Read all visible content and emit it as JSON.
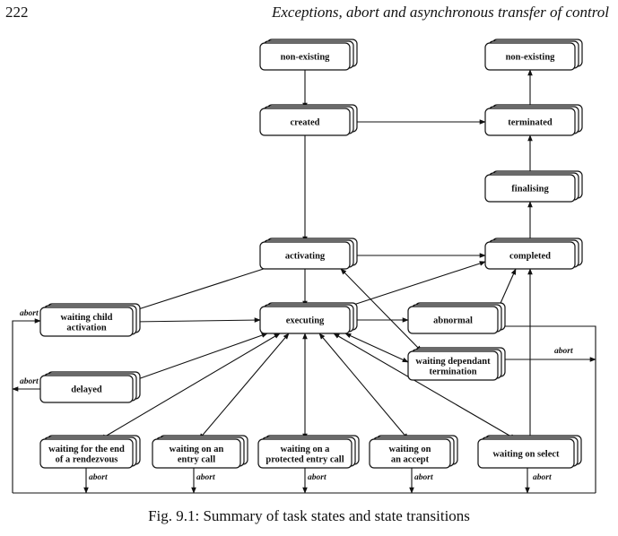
{
  "header": {
    "page_number": "222",
    "running_title": "Exceptions, abort and asynchronous transfer of control"
  },
  "figure": {
    "caption": "Fig. 9.1: Summary of task states and state transitions",
    "abort_label": "abort",
    "states": {
      "non_existing_top": [
        "non-existing"
      ],
      "created": [
        "created"
      ],
      "activating": [
        "activating"
      ],
      "executing": [
        "executing"
      ],
      "waiting_child": [
        "waiting child",
        "activation"
      ],
      "delayed": [
        "delayed"
      ],
      "abnormal": [
        "abnormal"
      ],
      "waiting_dependant": [
        "waiting dependant",
        "termination"
      ],
      "completed": [
        "completed"
      ],
      "finalising": [
        "finalising"
      ],
      "terminated": [
        "terminated"
      ],
      "non_existing_right": [
        "non-existing"
      ],
      "waiting_rendezvous": [
        "waiting for the end",
        "of a rendezvous"
      ],
      "waiting_entry": [
        "waiting on an",
        "entry call"
      ],
      "waiting_protected": [
        "waiting on a",
        "protected entry call"
      ],
      "waiting_accept": [
        "waiting on",
        "an accept"
      ],
      "waiting_select": [
        "waiting on select"
      ]
    }
  }
}
